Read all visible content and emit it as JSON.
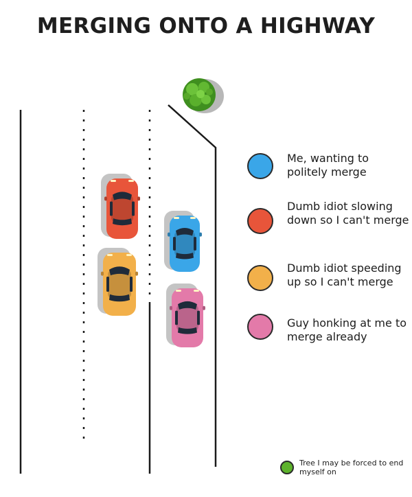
{
  "title": "MERGING ONTO A HIGHWAY",
  "legend": [
    {
      "label": "Me, wanting to politely merge",
      "color": "#3aa6e8"
    },
    {
      "label": "Dumb idiot slowing down so I can't merge",
      "color": "#e8553a"
    },
    {
      "label": "Dumb idiot speeding up so I can't merge",
      "color": "#f2b04a"
    },
    {
      "label": "Guy honking at me to merge already",
      "color": "#e37aa9"
    }
  ],
  "tree_note": {
    "label": "Tree I may be forced to end myself on",
    "color": "#5db32c"
  },
  "cars": [
    {
      "name": "car-red",
      "color": "#e8553a"
    },
    {
      "name": "car-orange",
      "color": "#f2b04a"
    },
    {
      "name": "car-blue",
      "color": "#3aa6e8"
    },
    {
      "name": "car-pink",
      "color": "#e37aa9"
    }
  ]
}
